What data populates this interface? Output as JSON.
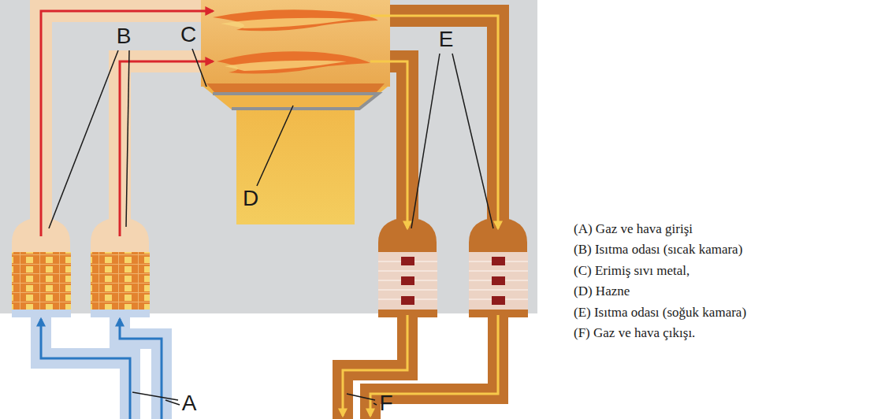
{
  "diagram": {
    "labels": [
      "B",
      "C",
      "D",
      "E",
      "A",
      "F",
      "(A) Gaz ve hava girişi",
      "(B) Isıtma odası (sıcak kamara)",
      "(C) Erimiş sıvı metal,",
      "(D) Hazne",
      "(E) Isıtma odası (soğuk kamara)",
      "(F) Gaz ve hava çıkışı."
    ]
  }
}
